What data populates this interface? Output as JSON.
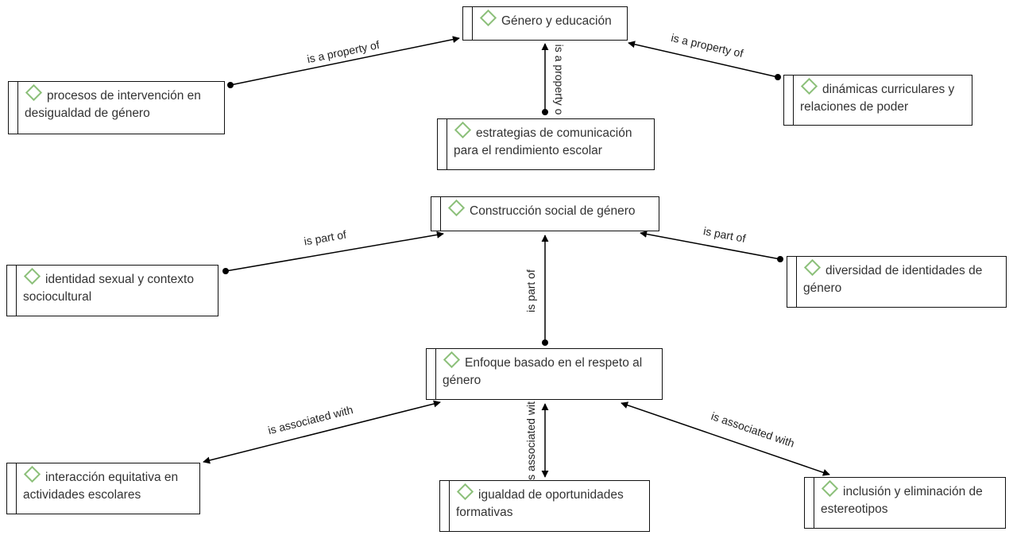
{
  "nodes": {
    "genero_educacion": "Género y educación",
    "procesos": "procesos de intervención en desigualdad de género",
    "dinamicas": "dinámicas curriculares y relaciones de poder",
    "estrategias": "estrategias de comunicación para el rendimiento escolar",
    "construccion": "Construcción social de género",
    "identidad": "identidad sexual y contexto sociocultural",
    "diversidad": "diversidad de identidades de género",
    "enfoque": "Enfoque basado en el respeto al género",
    "interaccion": "interacción equitativa en actividades escolares",
    "igualdad": "igualdad de oportunidades formativas",
    "inclusion": "inclusión y eliminación de estereotipos"
  },
  "edges": {
    "e1": "is a property of",
    "e2": "is a property of",
    "e3": "is a property o",
    "e4": "is part of",
    "e5": "is part of",
    "e6": "is part of",
    "e7": "is associated with",
    "e8": "is associated wit",
    "e9": "is associated with"
  },
  "icon": "concept-diamond-icon",
  "colors": {
    "icon": "#8cc07a",
    "border": "#111111",
    "text": "#333333"
  }
}
